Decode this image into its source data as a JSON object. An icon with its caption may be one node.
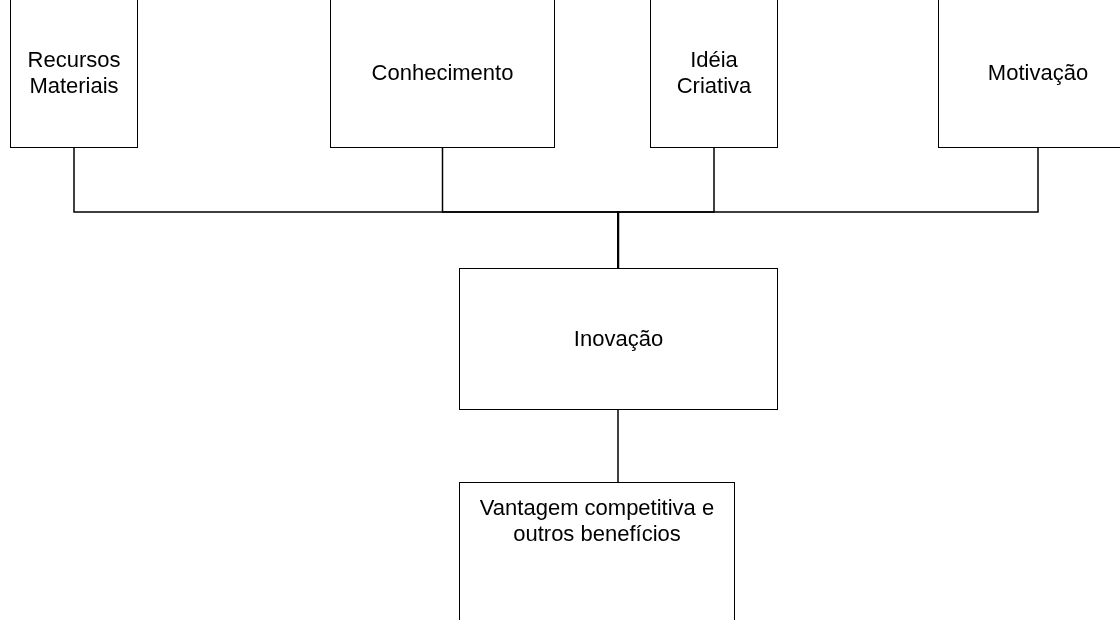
{
  "diagram": {
    "nodes": [
      {
        "text": [
          "Recursos Materiais"
        ]
      },
      {
        "text": [
          "Conhecimento"
        ]
      },
      {
        "text": [
          "Idéia Criativa"
        ]
      },
      {
        "text": [
          "Motivação"
        ]
      },
      {
        "text": [
          "Inovação"
        ]
      },
      {
        "text": [
          "Vantagem competitiva e outros benefícios"
        ]
      }
    ],
    "edges": [
      {
        "from": 0,
        "to": 4,
        "arrow": "none"
      },
      {
        "from": 1,
        "to": 4,
        "arrow": "none"
      },
      {
        "from": 2,
        "to": 4,
        "arrow": "none"
      },
      {
        "from": 3,
        "to": 4,
        "arrow": "none"
      },
      {
        "from": 4,
        "to": 5,
        "arrow": "none"
      }
    ]
  }
}
